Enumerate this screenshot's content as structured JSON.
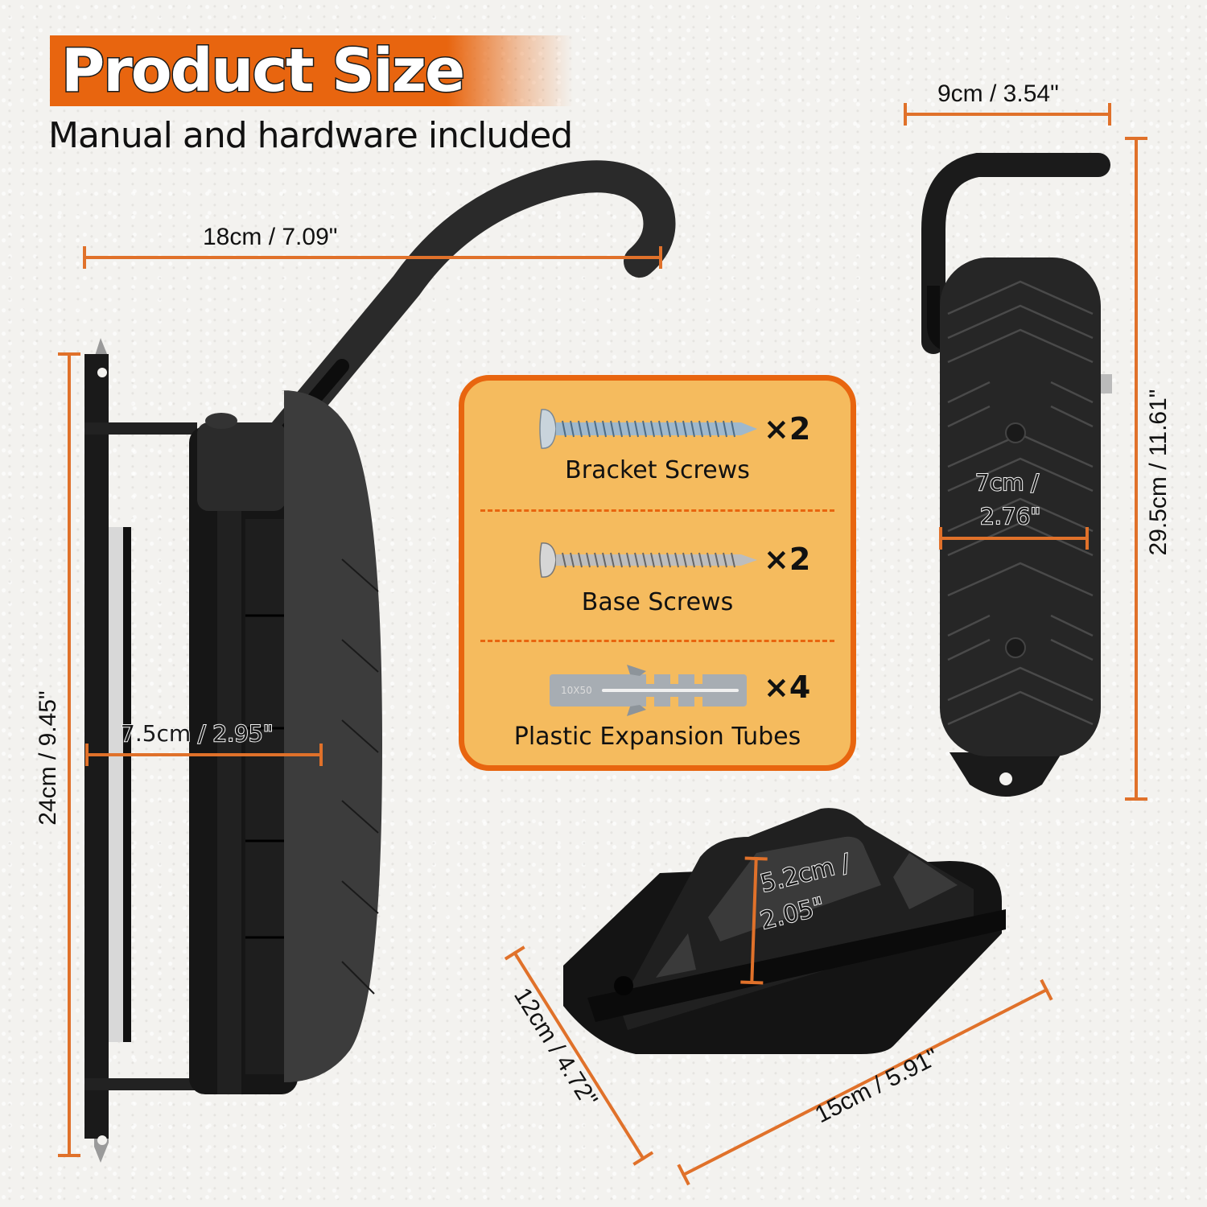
{
  "header": {
    "title": "Product Size",
    "subtitle": "Manual and hardware included",
    "accent_color": "#e8650f"
  },
  "dimensions": {
    "hook_reach": "18cm / 7.09\"",
    "side_height": "24cm / 9.45\"",
    "side_depth": "7.5cm / 2.95\"",
    "front_width_top": "9cm / 3.54\"",
    "front_height": "29.5cm / 11.61\"",
    "front_pad_width_line1": "7cm /",
    "front_pad_width_line2": "2.76\"",
    "base_length": "12cm / 4.72\"",
    "base_width": "15cm / 5.91\"",
    "base_height_line1": "5.2cm /",
    "base_height_line2": "2.05\""
  },
  "hardware": {
    "items": [
      {
        "icon": "bracket-screw-icon",
        "label": "Bracket Screws",
        "qty": "×2"
      },
      {
        "icon": "base-screw-icon",
        "label": "Base Screws",
        "qty": "×2"
      },
      {
        "icon": "expansion-tube-icon",
        "label": "Plastic Expansion Tubes",
        "qty": "×4",
        "marking": "10X50"
      }
    ],
    "box_fill": "#f5bb5e",
    "box_border": "#e8650f"
  },
  "colors": {
    "dimension_line": "#e0712a",
    "product": "#1c1c1c",
    "background": "#f3f2ef"
  }
}
